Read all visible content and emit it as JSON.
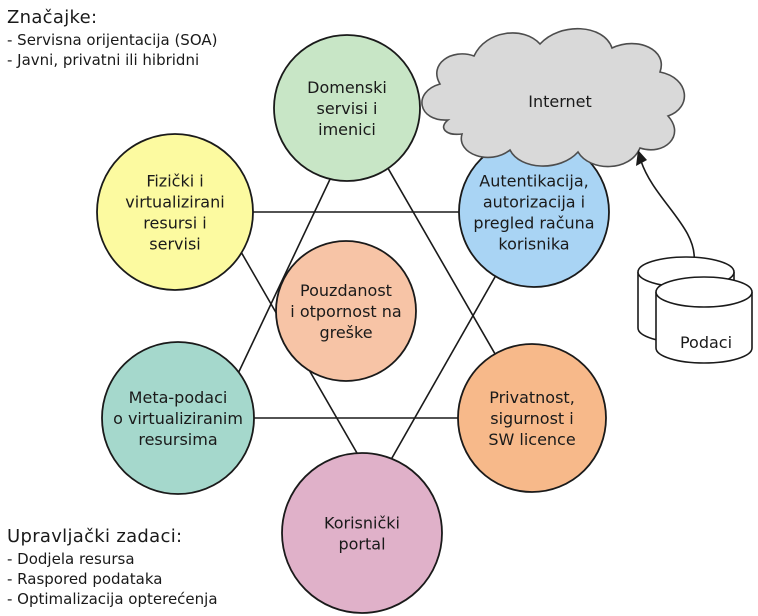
{
  "features": {
    "title": "Značajke:",
    "items": [
      "- Servisna orijentacija (SOA)",
      "- Javni, privatni ili hibridni"
    ]
  },
  "management": {
    "title": "Upravljački zadaci:",
    "items": [
      "- Dodjela resursa",
      "- Raspored podataka",
      "- Optimalizacija opterećenja"
    ]
  },
  "circles": [
    {
      "id": "domain",
      "lines": [
        "Domenski",
        "servisi i",
        "imenici"
      ],
      "color": "#c8e6c6"
    },
    {
      "id": "auth",
      "lines": [
        "Autentikacija,",
        "autorizacija i",
        "pregled računa",
        "korisnika"
      ],
      "color": "#a9d4f4"
    },
    {
      "id": "privacy",
      "lines": [
        "Privatnost,",
        "sigurnost i",
        "SW licence"
      ],
      "color": "#f7b98a"
    },
    {
      "id": "portal",
      "lines": [
        "Korisnički",
        "portal"
      ],
      "color": "#e0b1c9"
    },
    {
      "id": "metadata",
      "lines": [
        "Meta-podaci",
        "o virtualiziranim",
        "resursima"
      ],
      "color": "#a5d8cc"
    },
    {
      "id": "physical",
      "lines": [
        "Fizički i",
        "virtualizirani",
        "resursi i",
        "servisi"
      ],
      "color": "#fcfaa0"
    },
    {
      "id": "reliability",
      "lines": [
        "Pouzdanost",
        "i otpornost na",
        "greške"
      ],
      "color": "#f7c4a6"
    }
  ],
  "cloud": {
    "label": "Internet",
    "color": "#d9d9d9"
  },
  "database": {
    "label": "Podaci"
  }
}
